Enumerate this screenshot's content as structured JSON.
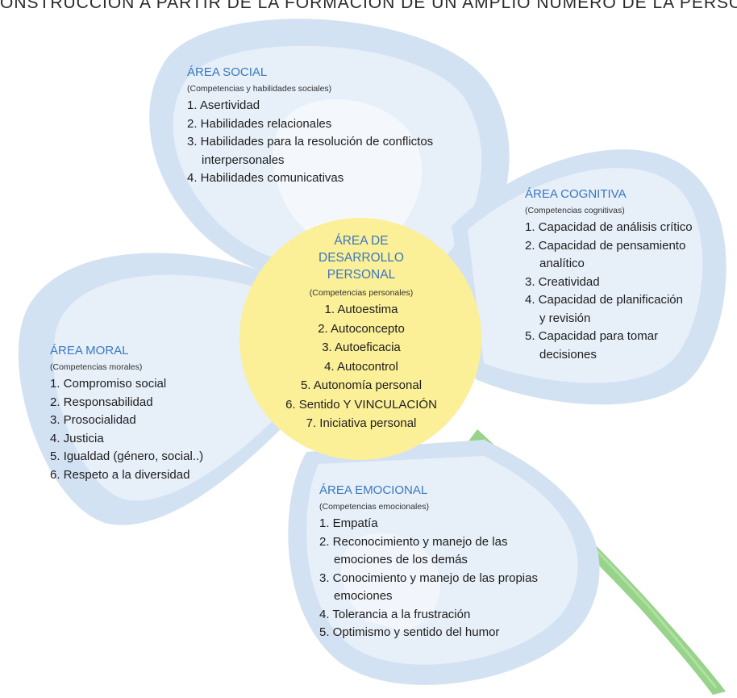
{
  "title": "ONSTRUCCIÓN A PARTIR DE LA FORMACIÓN DE UN AMPLIO NÚMERO DE LA PERSO",
  "colors": {
    "petal_outer": "#d3e2f3",
    "petal_inner": "#e7eff9",
    "petal_hole": "#ffffff",
    "center_fill": "#fbef98",
    "heading_blue": "#3a78be",
    "stem_green": "#8dce7e"
  },
  "center": {
    "heading_lines": [
      "ÁREA DE",
      "DESARROLLO",
      "PERSONAL"
    ],
    "subtitle": "(Competencias personales)",
    "items": [
      "1. Autoestima",
      "2. Autoconcepto",
      "3. Autoeficacia",
      "4. Autocontrol",
      "5. Autonomía personal",
      "6. Sentido Y VINCULACIÓN",
      "7. Iniciativa personal"
    ]
  },
  "social": {
    "heading": "ÁREA SOCIAL",
    "subtitle": "(Competencias y habilidades sociales)",
    "items": [
      [
        "1. Asertividad"
      ],
      [
        "2. Habilidades relacionales"
      ],
      [
        "3. Habilidades para la resolución de conflictos",
        "interpersonales"
      ],
      [
        "4. Habilidades comunicativas"
      ]
    ]
  },
  "cognitive": {
    "heading": "ÁREA COGNITIVA",
    "subtitle": "(Competencias cognitivas)",
    "items": [
      [
        "1. Capacidad de análisis crítico"
      ],
      [
        "2. Capacidad de pensamiento",
        "analítico"
      ],
      [
        "3. Creatividad"
      ],
      [
        "4. Capacidad de planificación",
        "y revisión"
      ],
      [
        "5. Capacidad para tomar",
        "decisiones"
      ]
    ]
  },
  "moral": {
    "heading": "ÁREA MORAL",
    "subtitle": "(Competencias morales)",
    "items": [
      [
        "1. Compromiso social"
      ],
      [
        "2. Responsabilidad"
      ],
      [
        "3. Prosocialidad"
      ],
      [
        "4. Justicia"
      ],
      [
        "5. Igualdad (género, social..)"
      ],
      [
        "6. Respeto a la diversidad"
      ]
    ]
  },
  "emotional": {
    "heading": "ÁREA EMOCIONAL",
    "subtitle": "(Competencias emocionales)",
    "items": [
      [
        "1. Empatía"
      ],
      [
        "2. Reconocimiento y manejo de las",
        "emociones de los demás"
      ],
      [
        "3. Conocimiento y manejo de las propias",
        "emociones"
      ],
      [
        "4. Tolerancia a la frustración"
      ],
      [
        "5. Optimismo y sentido del humor"
      ]
    ]
  }
}
